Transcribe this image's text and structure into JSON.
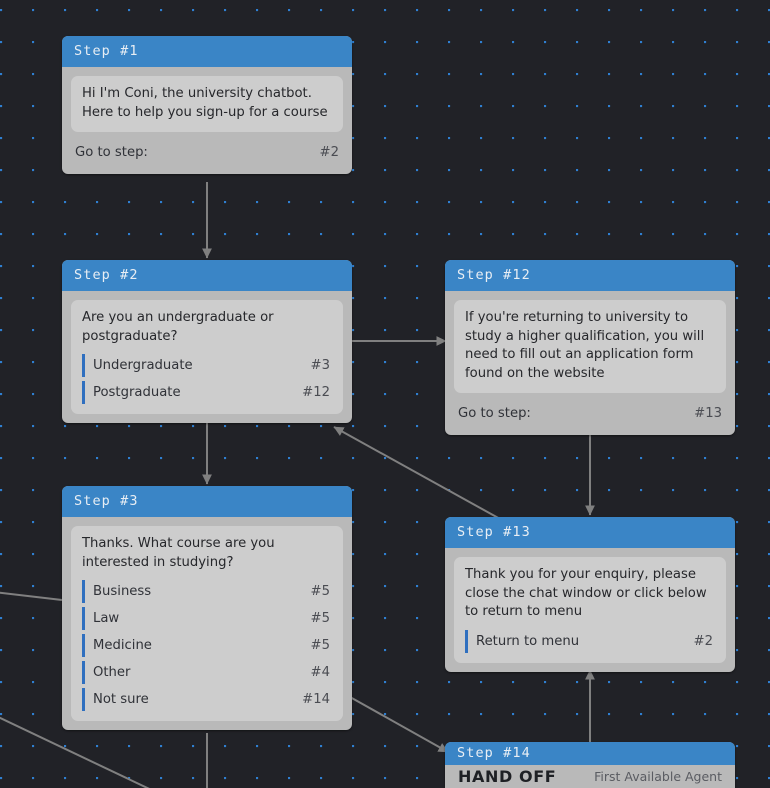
{
  "canvas": {
    "background_color": "#212227",
    "grid_dot_color": "#2f7fd1",
    "edge_color": "#808080"
  },
  "theme": {
    "header_blue": "#3a85c6",
    "card_body": "#b9b9b9",
    "bubble": "#cdcdcd",
    "option_bar_blue": "#2f6fbf",
    "text_dark": "#26272b"
  },
  "labels": {
    "goto_step": "Go to step:",
    "handoff": "HAND OFF"
  },
  "nodes": [
    {
      "id": "step1",
      "title": "Step #1",
      "message": "Hi I'm Coni, the university chatbot. Here to help you sign-up for a course",
      "goto_label": "Go to step:",
      "goto_target": "#2",
      "options": []
    },
    {
      "id": "step2",
      "title": "Step #2",
      "message": "Are you an undergraduate or postgraduate?",
      "options": [
        {
          "label": "Undergraduate",
          "target": "#3"
        },
        {
          "label": "Postgraduate",
          "target": "#12"
        }
      ]
    },
    {
      "id": "step3",
      "title": "Step #3",
      "message": "Thanks. What course are you interested in studying?",
      "options": [
        {
          "label": "Business",
          "target": "#5"
        },
        {
          "label": "Law",
          "target": "#5"
        },
        {
          "label": "Medicine",
          "target": "#5"
        },
        {
          "label": "Other",
          "target": "#4"
        },
        {
          "label": "Not sure",
          "target": "#14"
        }
      ]
    },
    {
      "id": "step12",
      "title": "Step #12",
      "message": "If you're returning to university to study a higher qualification, you will need to fill out an application form found on the website",
      "goto_label": "Go to step:",
      "goto_target": "#13",
      "options": []
    },
    {
      "id": "step13",
      "title": "Step #13",
      "message": "Thank you for your enquiry, please close the chat window or click below to return to menu",
      "options": [
        {
          "label": "Return to menu",
          "target": "#2"
        }
      ]
    },
    {
      "id": "step14",
      "title": "Step #14",
      "handoff_label": "HAND OFF",
      "handoff_value": "First Available Agent",
      "options": []
    }
  ]
}
